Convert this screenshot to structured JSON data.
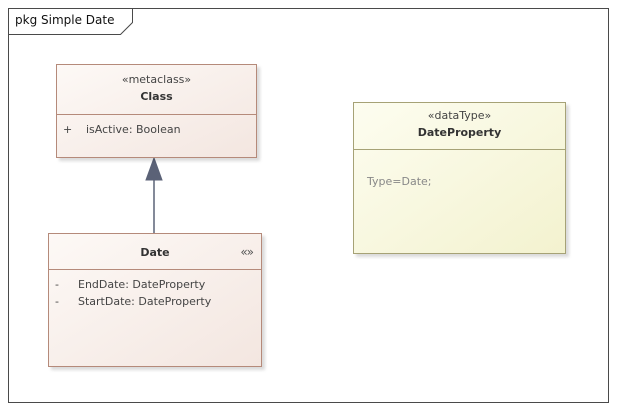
{
  "frame": {
    "tab_label": "pkg Simple Date"
  },
  "class_box": {
    "stereotype": "«metaclass»",
    "name": "Class",
    "attributes": [
      {
        "visibility": "+",
        "text": "isActive: Boolean"
      }
    ]
  },
  "date_box": {
    "name": "Date",
    "icon": "diamond-icon",
    "icon_glyph": "«»",
    "attributes": [
      {
        "visibility": "-",
        "text": "EndDate: DateProperty"
      },
      {
        "visibility": "-",
        "text": "StartDate: DateProperty"
      }
    ]
  },
  "datatype_box": {
    "stereotype": "«dataType»",
    "name": "DateProperty",
    "body": "Type=Date;"
  },
  "colors": {
    "class_border": "#b58a7a",
    "datatype_border": "#a6a276",
    "connector": "#5b6277"
  }
}
